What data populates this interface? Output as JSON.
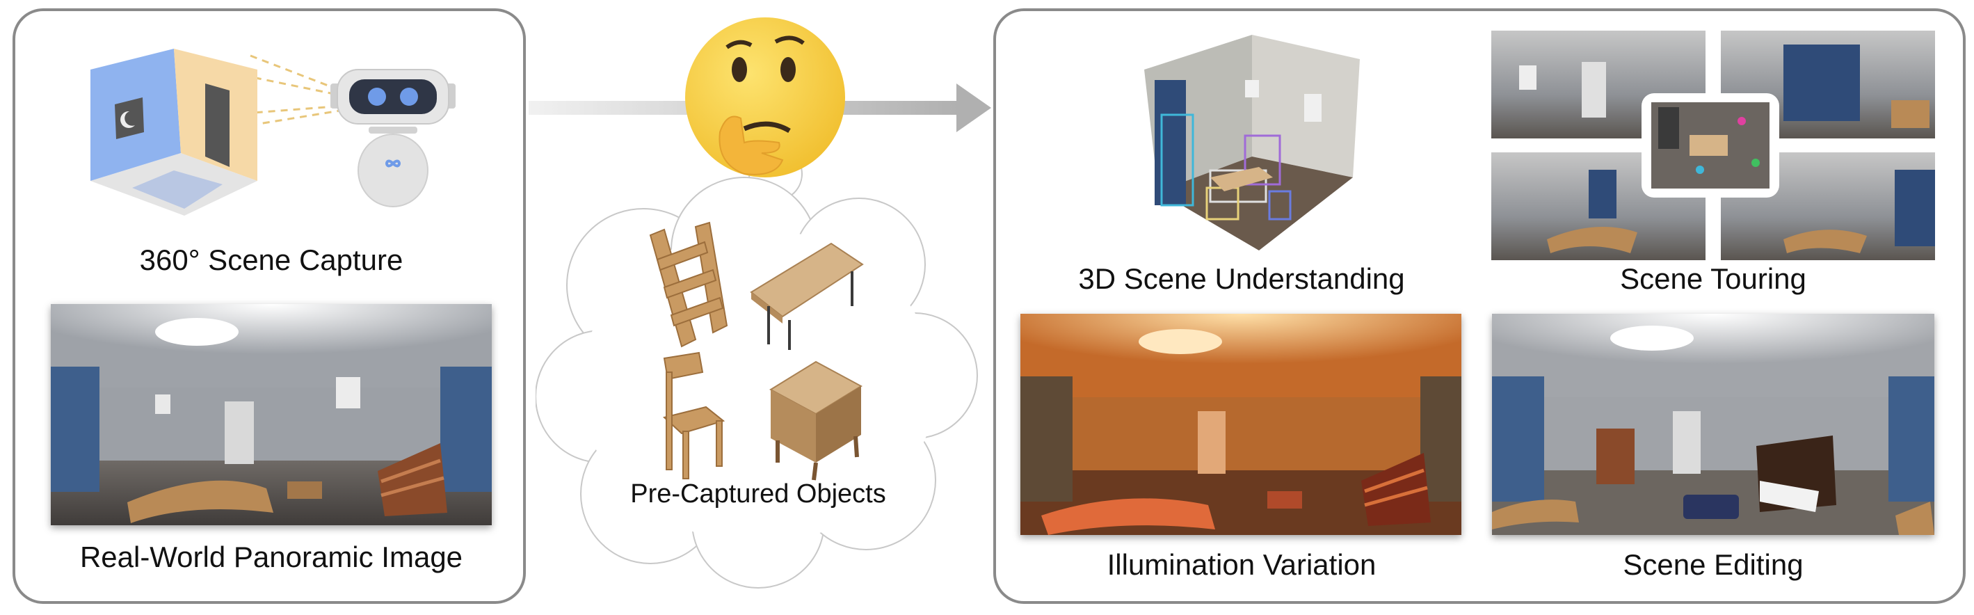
{
  "left_panel": {
    "capture_label": "360° Scene Capture",
    "pano_label": "Real-World Panoramic Image"
  },
  "middle": {
    "objects_label": "Pre-Captured Objects",
    "icons": [
      "thinking-face-icon",
      "bookshelf-icon",
      "table-icon",
      "chair-icon",
      "side-table-icon"
    ]
  },
  "right_panel": {
    "understanding_label": "3D Scene Understanding",
    "touring_label": "Scene Touring",
    "illumination_label": "Illumination Variation",
    "editing_label": "Scene Editing"
  },
  "colors": {
    "panel_border": "#8a8a8a",
    "cube_left": "#8fb3ef",
    "cube_right": "#f6d9a7",
    "capture_lines": "#e8c67a",
    "robot_eyes": "#6f9be8",
    "emoji_face": "#f7d14a",
    "wood": "#c99a62"
  }
}
